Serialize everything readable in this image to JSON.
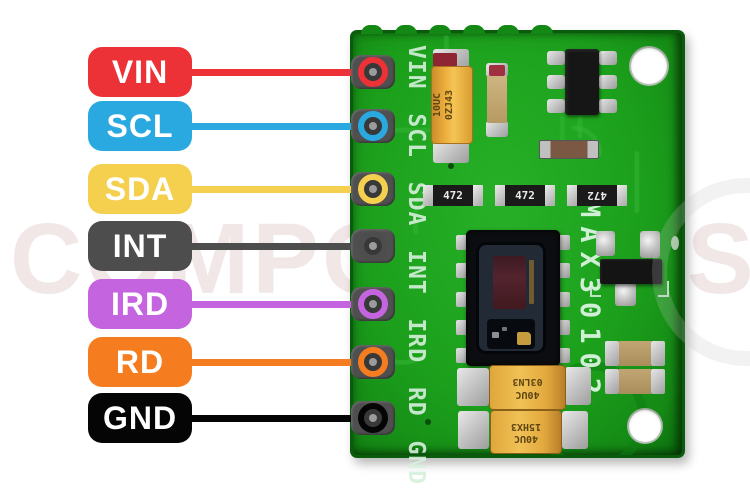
{
  "watermark": {
    "text": "COMPONENTS"
  },
  "pins": [
    {
      "label": "VIN",
      "color": "#ED3237",
      "text_color": "#FFFFFF"
    },
    {
      "label": "SCL",
      "color": "#29A9E0",
      "text_color": "#FFFFFF"
    },
    {
      "label": "SDA",
      "color": "#F5D04E",
      "text_color": "#FFFFFF"
    },
    {
      "label": "INT",
      "color": "#4D4D4D",
      "text_color": "#FFFFFF"
    },
    {
      "label": "IRD",
      "color": "#C464DF",
      "text_color": "#FFFFFF"
    },
    {
      "label": "RD",
      "color": "#F57D1F",
      "text_color": "#FFFFFF"
    },
    {
      "label": "GND",
      "color": "#050505",
      "text_color": "#FFFFFF"
    }
  ],
  "board": {
    "color": "#1CA01C",
    "silkscreen_pin_labels": "VIN SCL SDA INT IRD RD GND",
    "chip_label": "MAX30102"
  },
  "components": {
    "resistors": [
      "472",
      "472",
      "472"
    ],
    "top_capacitor": {
      "line1": "10UC",
      "line2": "0ZJ43"
    },
    "bottom_capacitors": [
      {
        "line1": "40UC",
        "line2": "03LN3"
      },
      {
        "line1": "40UC",
        "line2": "15HX3"
      }
    ]
  }
}
